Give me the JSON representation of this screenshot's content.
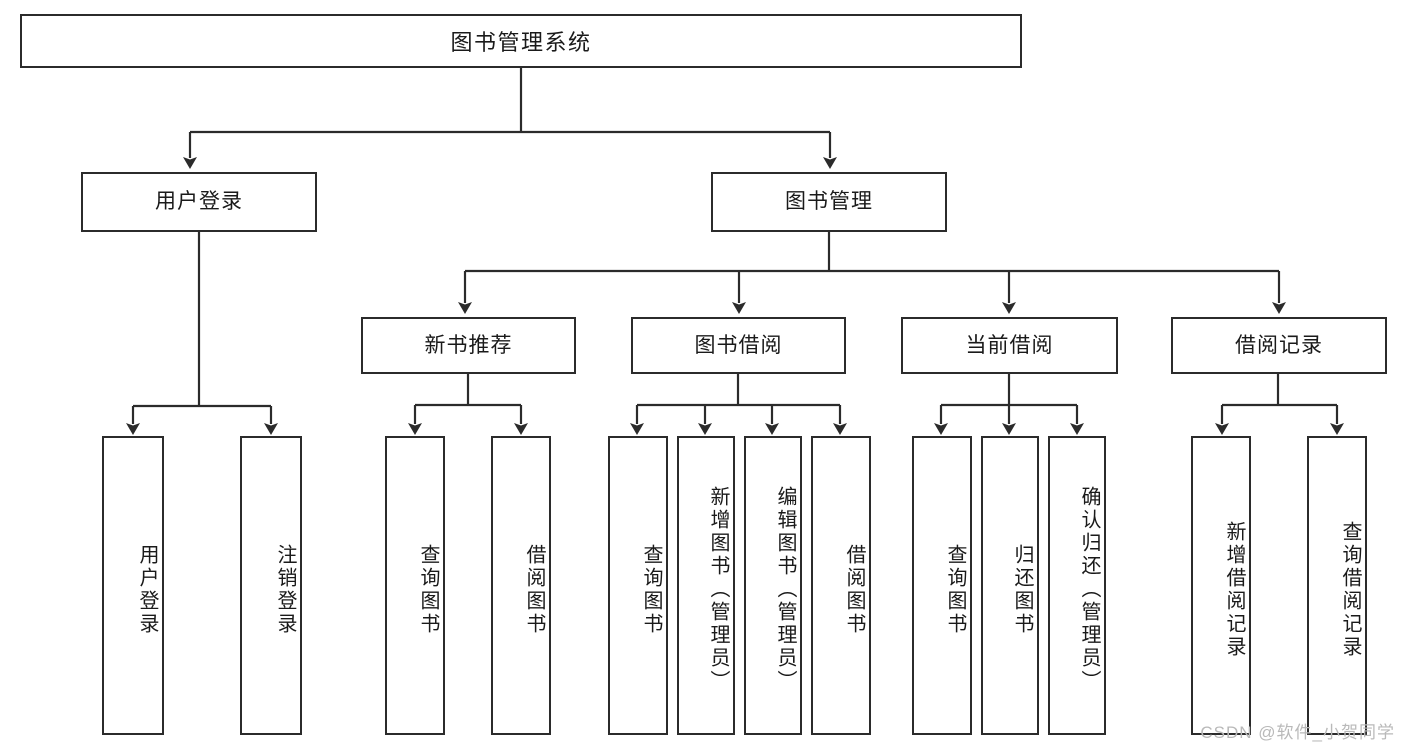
{
  "diagram": {
    "type": "hierarchy-tree",
    "title": "图书管理系统",
    "levels": {
      "root": {
        "label": "图书管理系统"
      },
      "level2": [
        {
          "label": "用户登录"
        },
        {
          "label": "图书管理"
        }
      ],
      "level3": [
        {
          "label": "新书推荐"
        },
        {
          "label": "图书借阅"
        },
        {
          "label": "当前借阅"
        },
        {
          "label": "借阅记录"
        }
      ],
      "level4": [
        {
          "label": "用户登录",
          "parent": "用户登录"
        },
        {
          "label": "注销登录",
          "parent": "用户登录"
        },
        {
          "label": "查询图书",
          "parent": "新书推荐"
        },
        {
          "label": "借阅图书",
          "parent": "新书推荐"
        },
        {
          "label": "查询图书",
          "parent": "图书借阅"
        },
        {
          "label": "新增图书（管理员）",
          "parent": "图书借阅"
        },
        {
          "label": "编辑图书（管理员）",
          "parent": "图书借阅"
        },
        {
          "label": "借阅图书",
          "parent": "图书借阅"
        },
        {
          "label": "查询图书",
          "parent": "当前借阅"
        },
        {
          "label": "归还图书",
          "parent": "当前借阅"
        },
        {
          "label": "确认归还（管理员）",
          "parent": "当前借阅"
        },
        {
          "label": "新增借阅记录",
          "parent": "借阅记录"
        },
        {
          "label": "查询借阅记录",
          "parent": "借阅记录"
        }
      ]
    }
  },
  "watermark": {
    "text": "CSDN @软件_小贺同学"
  },
  "colors": {
    "border": "#2b2b2b",
    "text": "#1a1a1a",
    "background": "#ffffff",
    "watermark": "#b9b9b9"
  }
}
